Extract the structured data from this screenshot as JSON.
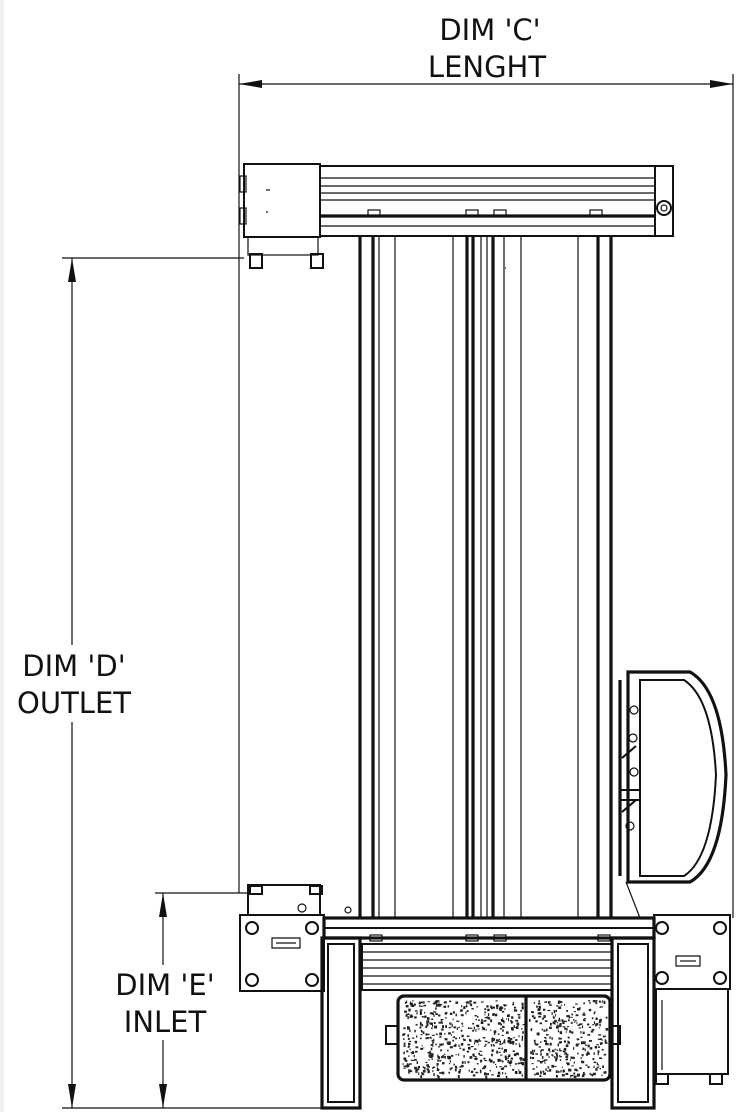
{
  "dimensions": {
    "c": {
      "line1": "DIM 'C'",
      "line2": "LENGHT"
    },
    "d": {
      "line1": "DIM 'D'",
      "line2": "OUTLET"
    },
    "e": {
      "line1": "DIM 'E'",
      "line2": "INLET"
    }
  }
}
